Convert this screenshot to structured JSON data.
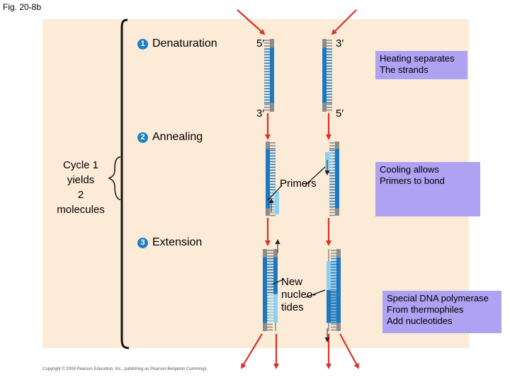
{
  "figure_label": "Fig. 20-8b",
  "steps": {
    "s1": {
      "num": "1",
      "text": "Denaturation"
    },
    "s2": {
      "num": "2",
      "text": "Annealing"
    },
    "s3": {
      "num": "3",
      "text": "Extension"
    }
  },
  "ends": {
    "top_left": "5′",
    "top_right": "3′",
    "bottom_left": "3′",
    "bottom_right": "5′"
  },
  "notes": {
    "heating": "Heating separates\nThe strands",
    "cooling": "Cooling allows\nPrimers to bond",
    "polymerase": "Special DNA polymerase\nFrom thermophiles\nAdd nucleotides"
  },
  "cycle_text": "Cycle 1\nyields\n2\nmolecules",
  "primers_label": "Primers",
  "new_label": "New\nnucleo-\ntides",
  "copyright": "Copyright © 2008 Pearson Education, Inc., publishing as Pearson Benjamin Cummings.",
  "colors": {
    "panel": "#fbebd7",
    "strand_blue": "#1e78c0",
    "strand_gray": "#8c8c8c",
    "primer": "#8fd0f0",
    "arrow": "#d8322b",
    "note_box": "#b0a2f2"
  }
}
